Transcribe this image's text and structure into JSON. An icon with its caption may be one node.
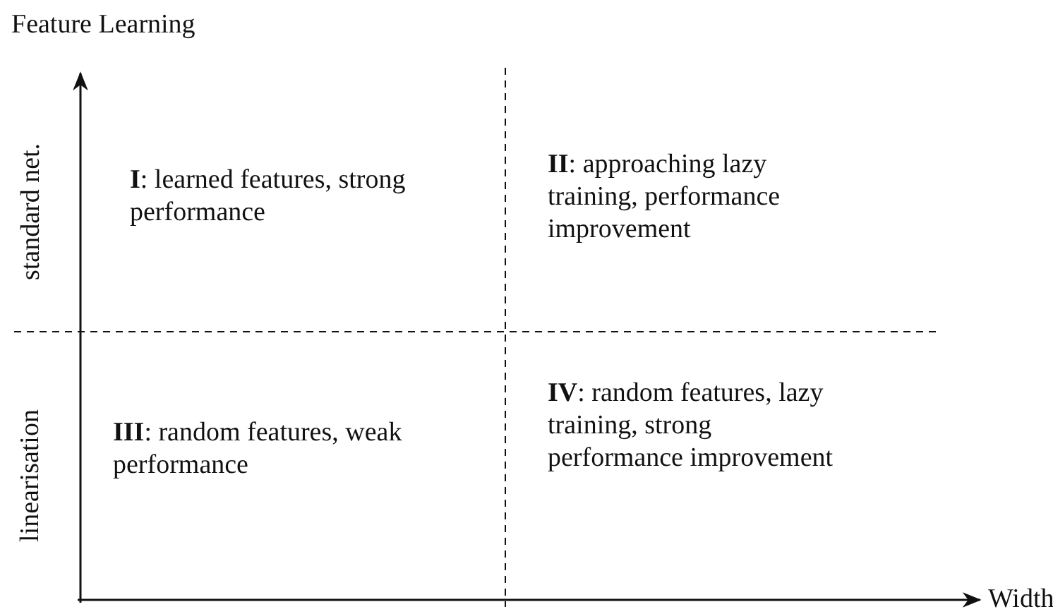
{
  "diagram": {
    "labels": [
      "Feature Learning",
      "standard net.",
      "**I**: learned features, strong performance",
      "**II**: approaching lazy training, performance improvement",
      "linearisation",
      "**III**: random features, weak performance",
      "**IV**: random features, lazy training, strong performance improvement",
      "Width"
    ]
  }
}
